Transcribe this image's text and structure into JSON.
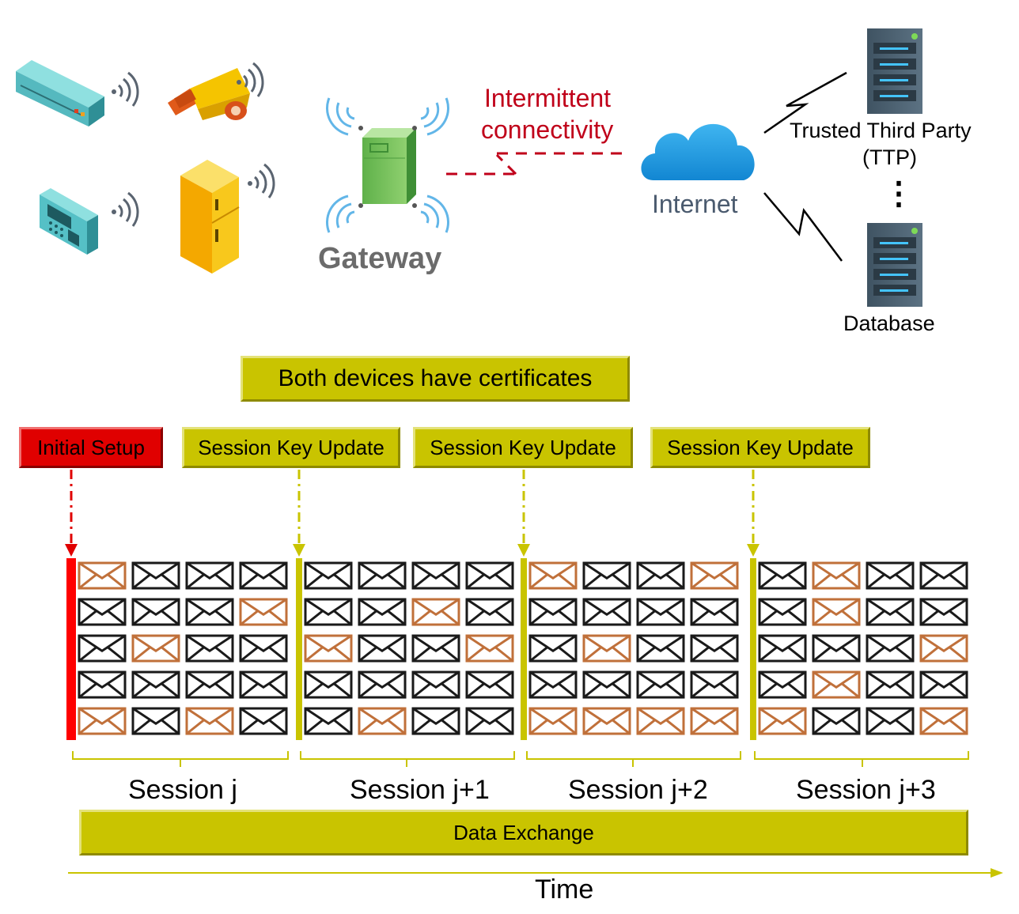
{
  "network": {
    "gateway_label": "Gateway",
    "link_label_line1": "Intermittent",
    "link_label_line2": "connectivity",
    "internet_label": "Internet",
    "ttp_label_line1": "Trusted Third Party",
    "ttp_label_line2": "(TTP)",
    "database_label": "Database",
    "vertical_ellipsis": "⋮"
  },
  "timeline": {
    "certificates_label": "Both devices have certificates",
    "initial_setup_label": "Initial Setup",
    "key_update_labels": [
      "Session Key Update",
      "Session Key Update",
      "Session Key Update"
    ],
    "sessions": [
      {
        "label": "Session j",
        "highlighted": [
          [
            0,
            0
          ],
          [
            1,
            3
          ],
          [
            2,
            1
          ],
          [
            4,
            0
          ],
          [
            4,
            2
          ]
        ]
      },
      {
        "label": "Session j+1",
        "highlighted": [
          [
            1,
            2
          ],
          [
            2,
            0
          ],
          [
            2,
            3
          ],
          [
            4,
            1
          ]
        ]
      },
      {
        "label": "Session j+2",
        "highlighted": [
          [
            0,
            0
          ],
          [
            0,
            3
          ],
          [
            2,
            1
          ],
          [
            4,
            0
          ],
          [
            4,
            1
          ],
          [
            4,
            2
          ],
          [
            4,
            3
          ]
        ]
      },
      {
        "label": "Session j+3",
        "highlighted": [
          [
            0,
            1
          ],
          [
            1,
            1
          ],
          [
            2,
            3
          ],
          [
            3,
            1
          ],
          [
            4,
            0
          ],
          [
            4,
            3
          ]
        ]
      }
    ],
    "grid_rows": 5,
    "grid_cols": 4,
    "data_exchange_label": "Data Exchange",
    "time_label": "Time"
  },
  "colors": {
    "olive": "#c9c400",
    "red": "#e00000",
    "link_red": "#c0001a",
    "envelope_dark": "#1a1a1a",
    "envelope_orange": "#c0703a",
    "internet_text": "#4a5a6e",
    "gateway_text": "#6b6b6b"
  }
}
